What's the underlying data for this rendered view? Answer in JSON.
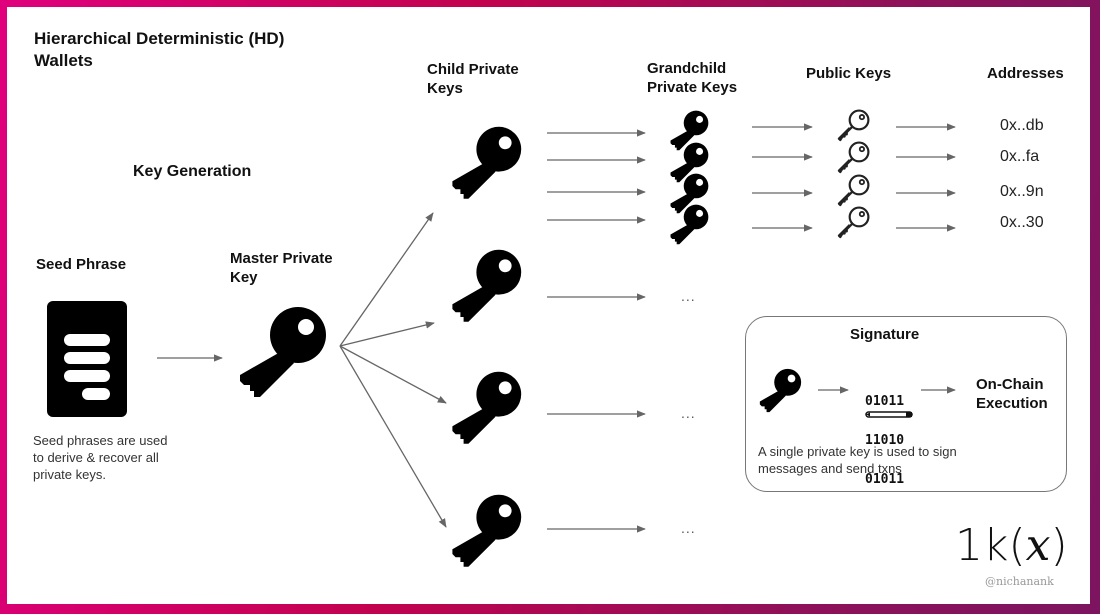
{
  "title": "Hierarchical Deterministic (HD) Wallets",
  "title_line1": "Hierarchical Deterministic (HD)",
  "title_line2": "Wallets",
  "subtitle": "Key Generation",
  "columns": {
    "seed_phrase": "Seed Phrase",
    "master_line1": "Master Private",
    "master_line2": "Key",
    "child_line1": "Child Private",
    "child_line2": "Keys",
    "grandchild_line1": "Grandchild",
    "grandchild_line2": "Private Keys",
    "public_keys": "Public Keys",
    "addresses": "Addresses"
  },
  "seed_description": [
    "Seed phrases are used",
    "to derive & recover all",
    "private keys."
  ],
  "addresses": [
    "0x..db",
    "0x..fa",
    "0x..9n",
    "0x..30"
  ],
  "ellipsis": "...",
  "signature": {
    "title": "Signature",
    "binary": [
      "01011",
      "11010",
      "01011"
    ],
    "result_line1": "On-Chain",
    "result_line2": "Execution",
    "description": [
      "A single private key is used to sign",
      "messages and send txns"
    ]
  },
  "icons": {
    "seed": "document-icon",
    "private_key": "solid-key-icon",
    "public_key": "outline-key-icon",
    "pen": "pencil-icon"
  },
  "branding": {
    "logo_prefix": "1k(",
    "logo_var": "x",
    "logo_suffix": ")",
    "handle": "@nichanank"
  },
  "colors": {
    "frame_start": "#e0007d",
    "frame_end": "#7d1460",
    "arrow": "#666666",
    "icon": "#000000"
  }
}
